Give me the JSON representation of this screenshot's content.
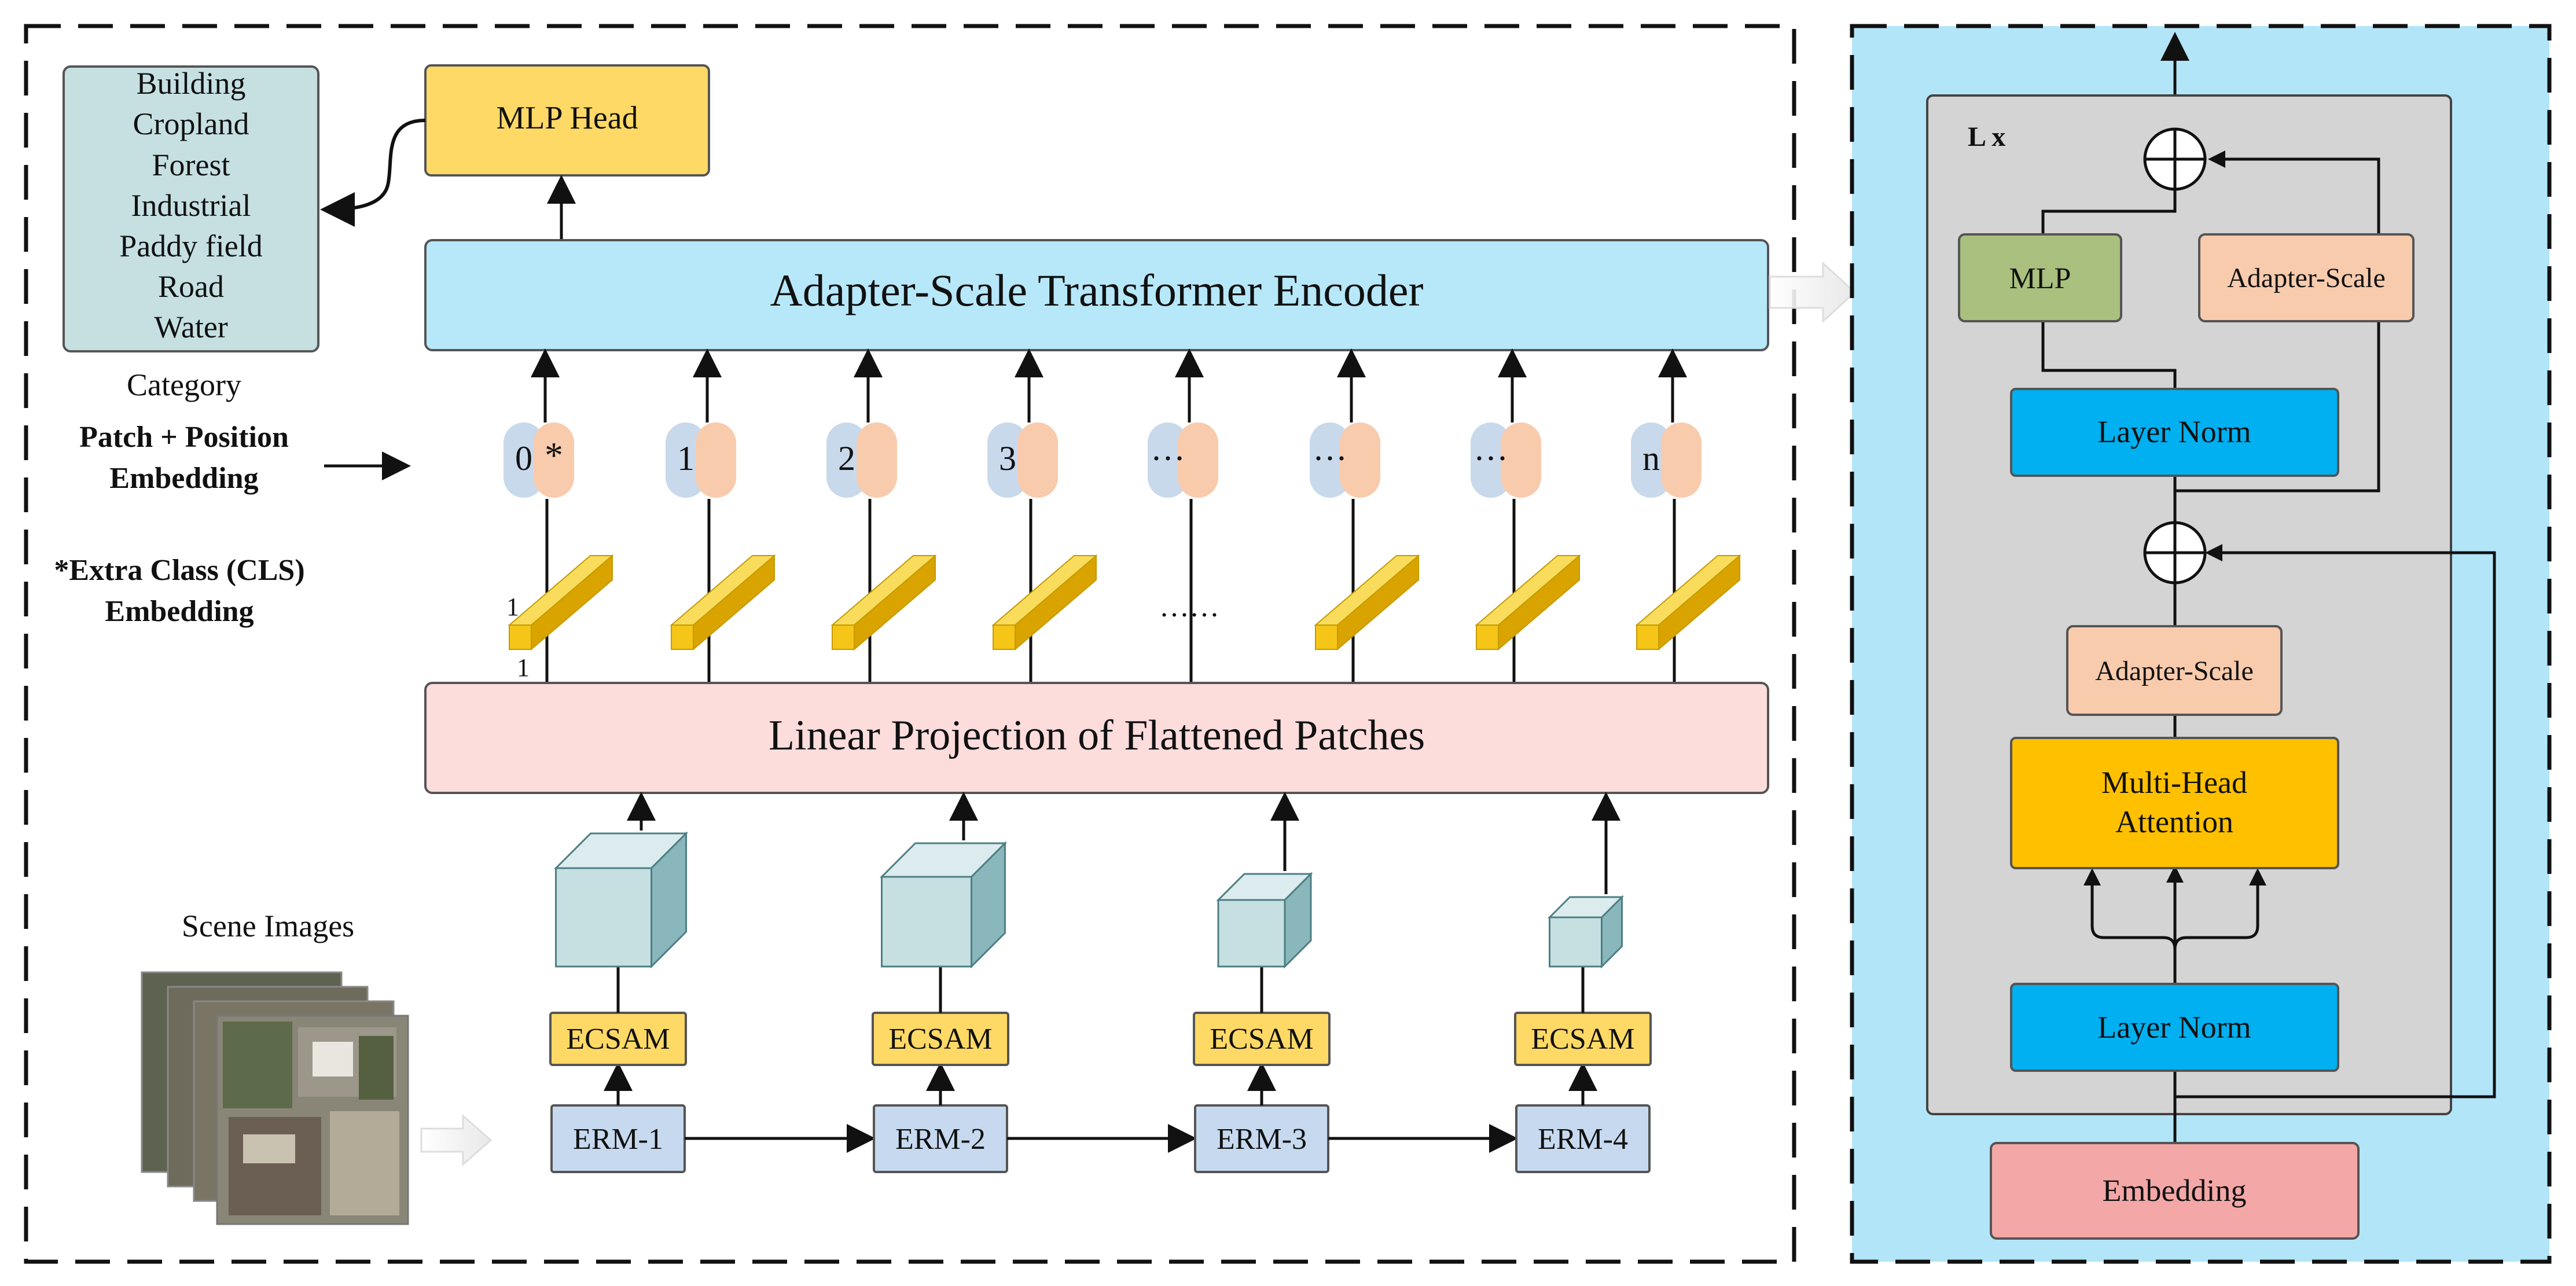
{
  "categories": {
    "items": [
      "Building",
      "Cropland",
      "Forest",
      "Industrial",
      "Paddy field",
      "Road",
      "Water"
    ],
    "caption": "Category"
  },
  "mlp_head": "MLP Head",
  "encoder": "Adapter-Scale Transformer Encoder",
  "embedding_note": {
    "line1": "Patch + Position",
    "line2": "Embedding"
  },
  "cls_note": {
    "line1": "*Extra Class (CLS)",
    "line2": "Embedding"
  },
  "tokens": [
    "0",
    "1",
    "2",
    "3",
    "···",
    "···",
    "···",
    "n"
  ],
  "cls_marker": "*",
  "patch_dim": {
    "height": "1",
    "width": "1"
  },
  "patch_ellipsis": "……",
  "linear_projection": "Linear Projection of Flattened Patches",
  "scene_images": "Scene Images",
  "ecsam": [
    "ECSAM",
    "ECSAM",
    "ECSAM",
    "ECSAM"
  ],
  "erm": [
    "ERM-1",
    "ERM-2",
    "ERM-3",
    "ERM-4"
  ],
  "encoder_block": {
    "repeat": "L x",
    "mlp": "MLP",
    "adapter_scale_top": "Adapter-Scale",
    "layer_norm_top": "Layer Norm",
    "adapter_scale_mid": "Adapter-Scale",
    "attention_line1": "Multi-Head",
    "attention_line2": "Attention",
    "layer_norm_bottom": "Layer Norm",
    "embedding": "Embedding"
  },
  "colors": {
    "category_fill": "#c6e0e2",
    "mlp_head_fill": "#ffd966",
    "encoder_fill": "#b7e8fa",
    "projection_fill": "#fddcdc",
    "token_index_fill": "#c9d9ec",
    "token_embed_fill": "#f8cbad",
    "patch_bar_fill": "#f5c518",
    "ecsam_fill": "#ffd966",
    "erm_fill": "#c6d9ef",
    "feature_cube_fill": "#c6e0e2",
    "right_panel_bg": "#b3e5f8",
    "block_bg": "#d4d4d4",
    "mlp_fill": "#a9c07e",
    "adapter_fill": "#f8cbad",
    "layer_norm_fill": "#00b0f0",
    "attention_fill": "#ffc000",
    "embedding_fill": "#f4a7a7"
  }
}
